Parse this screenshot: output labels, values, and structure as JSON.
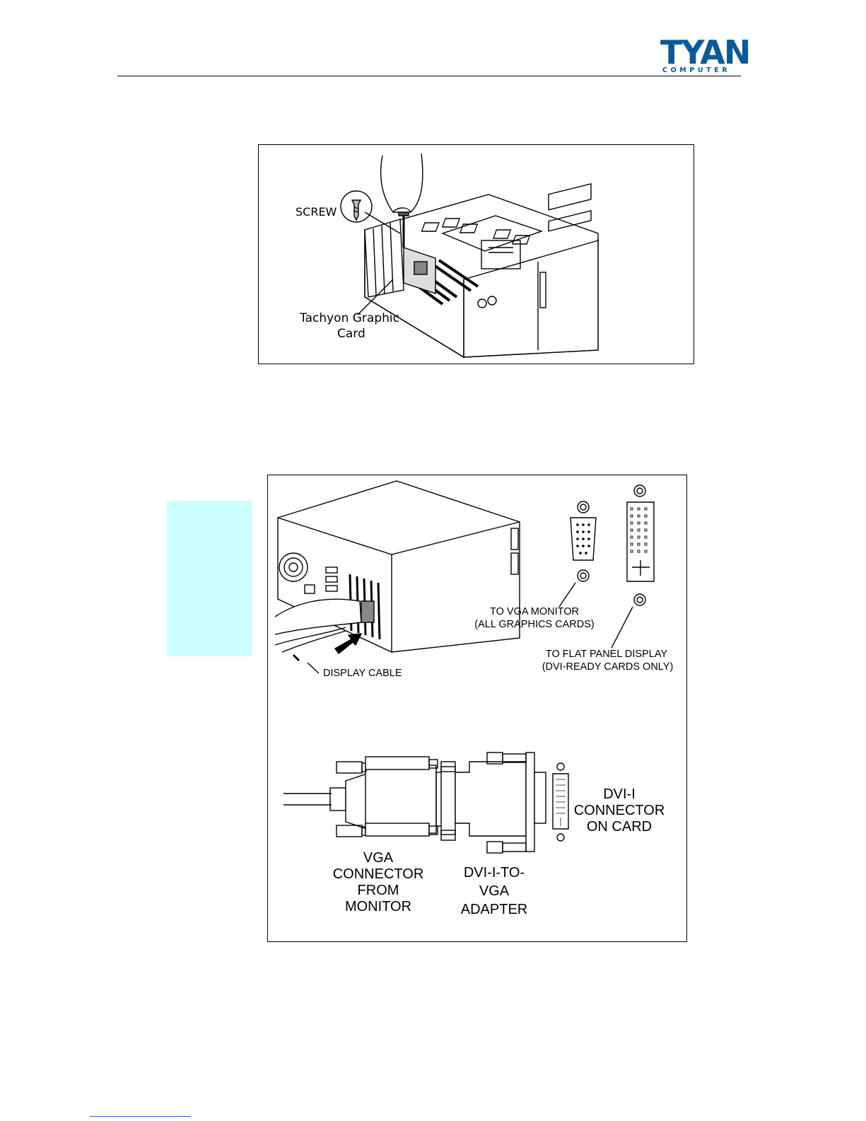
{
  "header": {
    "logo_main": "TYAN",
    "logo_sub": "COMPUTER"
  },
  "figure1": {
    "label_screw": "SCREW",
    "label_card_line1": "Tachyon Graphic",
    "label_card_line2": "Card"
  },
  "figure2": {
    "label_display_cable": "DISPLAY CABLE",
    "label_vga_line1": "TO VGA MONITOR",
    "label_vga_line2": "(ALL GRAPHICS CARDS)",
    "label_flat_line1": "TO FLAT PANEL DISPLAY",
    "label_flat_line2": "(DVI-READY CARDS ONLY)",
    "label_dvi_line1": "DVI-I",
    "label_dvi_line2": "CONNECTOR",
    "label_dvi_line3": "ON CARD",
    "label_vgacon_line1": "VGA",
    "label_vgacon_line2": "CONNECTOR",
    "label_vgacon_line3": "FROM",
    "label_vgacon_line4": "MONITOR",
    "label_adapter_line1": "DVI-I-TO-",
    "label_adapter_line2": "VGA",
    "label_adapter_line3": "ADAPTER"
  },
  "colors": {
    "logo": "#0a5a98",
    "side_tab": "#ccffff"
  }
}
